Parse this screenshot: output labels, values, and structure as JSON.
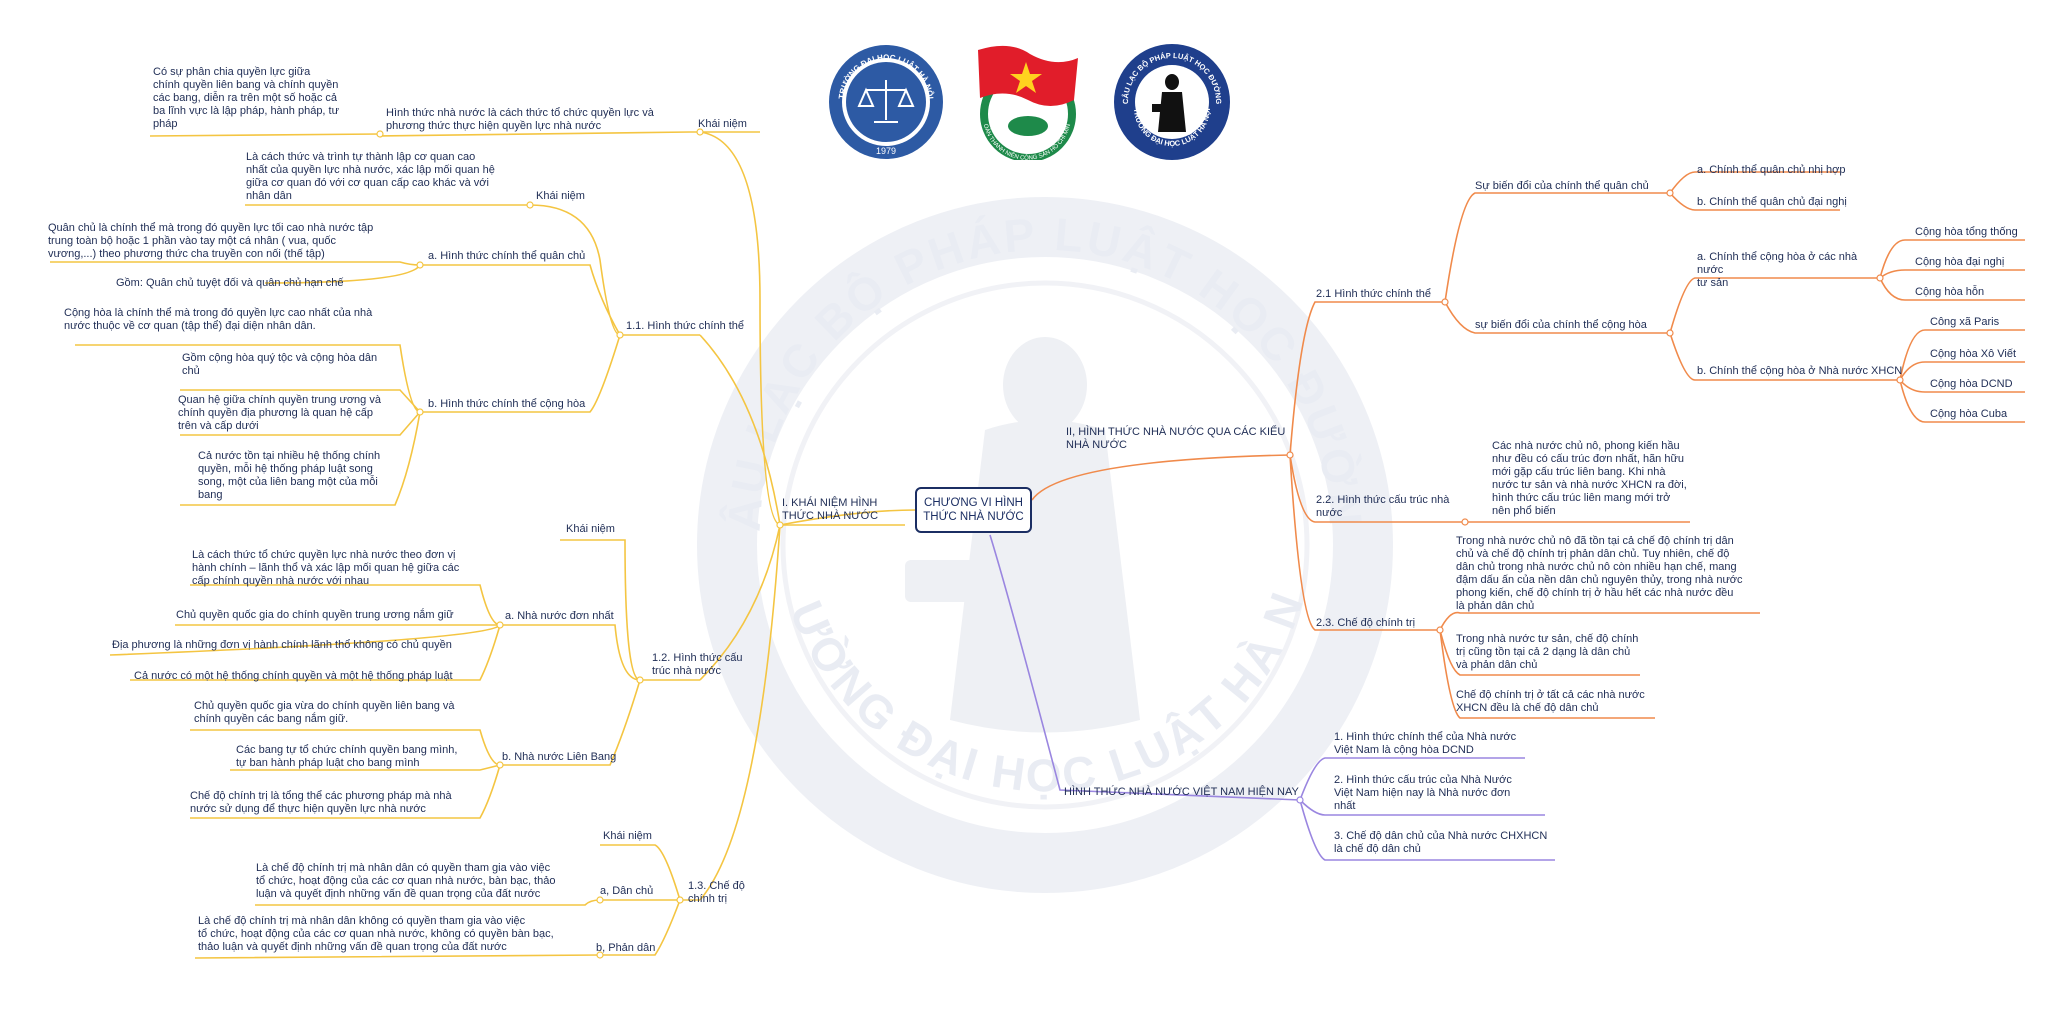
{
  "colors": {
    "yellow": "#f4c542",
    "orange": "#f08a4b",
    "purple": "#9a86e0",
    "navy": "#1b2e63"
  },
  "root": {
    "line1": "CHƯƠNG VI HÌNH",
    "line2": "THỨC NHÀ NƯỚC"
  },
  "watermark": {
    "text_top": "CÂU LẠC BỘ PHÁP LUẬT HỌC ĐƯỜNG",
    "text_bottom": "TRƯỜNG ĐẠI HỌC LUẬT HÀ NỘI"
  },
  "logos": {
    "hlu": {
      "ring_text": "TRƯỜNG ĐẠI HỌC LUẬT HÀ NỘI",
      "year": "1979"
    },
    "youth": {
      "ring_text": "ĐOÀN THANH NIÊN CỘNG SẢN HỒ CHÍ MINH"
    },
    "club": {
      "top_text": "CÂU LẠC BỘ PHÁP LUẬT HỌC ĐƯỜNG",
      "bottom_text": "TRƯỜNG ĐẠI HỌC LUẬT HÀ NỘI"
    }
  },
  "left": {
    "section1": "I. KHÁI NIỆM HÌNH\nTHỨC NHÀ NƯỚC",
    "khainiem_top": "Khái niệm",
    "khainiem_top_def": "Hình thức nhà nước là cách thức tổ chức quyền lực và\nphương thức thực hiện quyền lực nhà nước",
    "khainiem_top_note": "Có sự phân chia quyền lực giữa\nchính quyền liên bang và chính quyền\ncác bang, diễn ra trên một số hoặc cả\nba lĩnh vực là lập pháp, hành pháp, tư\npháp",
    "s11": "1.1. Hình thức chính thể",
    "s11_kn": "Khái niệm",
    "s11_kn_def": "Là cách thức và trình tự thành lập cơ quan cao\nnhất của quyền lực nhà nước, xác lập mối quan hệ\ngiữa cơ quan đó với cơ quan cấp cao khác và với\nnhân dân",
    "s11_a": "a. Hình thức chính thể quân chủ",
    "s11_a_def": "Quân chủ là chính thể mà trong đó quyền lực tối cao nhà nước tập\ntrung toàn bộ hoặc 1 phần vào tay một cá nhân ( vua, quốc\nvương,...) theo phương thức cha truyền con nối (thế tập)",
    "s11_a_kinds": "Gồm: Quân chủ tuyệt đối và quân chủ hạn chế",
    "s11_b": "b. Hình thức chính thể cộng hòa",
    "s11_b_def": "Cộng hòa là chính thể mà trong đó quyền lực cao nhất của nhà\nnước thuộc về cơ quan (tập thể) đại diện nhân dân.",
    "s11_b_kinds": "Gồm cộng hòa quý tộc và cộng hòa dân\nchủ",
    "s11_b_rel": "Quan hệ giữa chính quyền trung ương và\nchính quyền địa phương là quan hệ cấp\ntrên và cấp dưới",
    "s11_b_sys": "Cả nước tồn tại nhiều hệ thống chính\nquyền, mỗi hệ thống pháp luật song\nsong, một của liên bang một của mỗi\nbang",
    "s12": "1.2. Hình thức cấu\ntrúc nhà nước",
    "s12_kn": "Khái niệm",
    "s12_a": "a. Nhà nước đơn nhất",
    "s12_a_def": "Là cách thức tổ chức quyền lực nhà nước theo đơn vị\nhành chính – lãnh thổ và xác lập mối quan hệ giữa các\ncấp chính quyền nhà nước với nhau",
    "s12_a_1": "Chủ quyền quốc gia do chính quyền trung ương nắm giữ",
    "s12_a_2": "Địa phương là những đơn vị hành chính lãnh thổ không có chủ quyền",
    "s12_a_3": "Cả nước có một hệ thống chính quyền và một hệ thống pháp luật",
    "s12_b": "b. Nhà nước Liên Bang",
    "s12_b_1": "Chủ quyền quốc gia vừa do chính quyền liên bang và\nchính quyền các bang nắm giữ.",
    "s12_b_2": "Các bang tự tổ chức chính quyền bang mình,\ntự ban hành pháp luật cho bang mình",
    "s12_b_3": "Chế độ chính trị là tổng thể các phương pháp mà nhà\nnước sử dụng để thực hiện quyền lực nhà nước",
    "s13": "1.3. Chế độ\nchính trị",
    "s13_kn": "Khái niệm",
    "s13_a": "a, Dân chủ",
    "s13_a_def": "Là chế độ chính trị mà nhân dân có quyền tham gia vào việc\ntổ chức, hoạt động của các cơ quan nhà nước, bàn bạc, thảo\nluận và quyết định những vấn đề quan trọng của đất nước",
    "s13_b": "b, Phản dân",
    "s13_b_def": "Là chế độ chính trị mà nhân dân không có quyền tham gia vào việc\ntổ chức, hoạt động của các cơ quan nhà nước, không có quyền bàn bạc,\nthảo luận và quyết định những vấn đề quan trọng của đất nước"
  },
  "right": {
    "section2": "II, HÌNH THỨC NHÀ NƯỚC QUA CÁC KIỂU\nNHÀ NƯỚC",
    "s21": "2.1 Hình thức chính thể",
    "s21_qc": "Sự biến đổi của chính thể quân chủ",
    "s21_qc_a": "a. Chính thể quân chủ nhị hợp",
    "s21_qc_b": "b. Chính thể quân chủ đại nghị",
    "s21_ch": "sự biến đổi của chính thể cộng hòa",
    "s21_ch_a": "a. Chính thể cộng hòa ở các nhà nước\ntư sản",
    "s21_ch_a_items": [
      "Cộng hòa tổng thống",
      "Cộng hòa đại nghị",
      "Cộng hòa hỗn"
    ],
    "s21_ch_b": "b. Chính thể cộng hòa ở Nhà nước XHCN",
    "s21_ch_b_items": [
      "Công xã Paris",
      "Cộng hòa Xô Viết",
      "Cộng hòa DCND",
      "Cộng hòa Cuba"
    ],
    "s22": "2.2. Hình thức cấu trúc nhà\nnước",
    "s22_def": "Các nhà nước chủ nô, phong kiến hầu\nnhư đều có cấu trúc đơn nhất, hãn hữu\nmới gặp cấu trúc liên bang. Khi nhà\nnước tư sản và nhà nước XHCN ra đời,\nhình thức cấu trúc liên mang mới trở\nnên phổ biến",
    "s23": "2.3. Chế độ chính trị",
    "s23_1": "Trong nhà nước chủ nô đã tồn tại cả chế độ chính trị dân\nchủ và chế độ chính trị phản dân chủ. Tuy nhiên, chế độ\ndân chủ trong nhà nước chủ nô còn nhiều hạn chế, mang\nđậm dấu ấn của nền dân chủ nguyên thủy, trong nhà nước\nphong kiến, chế độ chính trị ở hầu hết các nhà nước đều\nlà phản dân chủ",
    "s23_2": "Trong nhà nước tư sản, chế độ chính\ntrị cũng tồn tại cả 2 dạng là dân chủ\nvà phản dân chủ",
    "s23_3": "Chế độ chính trị ở tất cả các nhà nước\nXHCN đều là chế độ dân chủ",
    "section3": "HÌNH THỨC NHÀ NƯỚC VIỆT NAM HIỆN NAY",
    "s3_1": "1. Hình thức chính thể của Nhà nước\nViệt Nam là cộng hòa DCND",
    "s3_2": "2. Hình thức cấu trúc của Nhà Nước\nViệt Nam hiện nay là Nhà nước đơn\nnhất",
    "s3_3": "3. Chế độ dân chủ của Nhà nước CHXHCN\nlà chế độ dân chủ"
  }
}
